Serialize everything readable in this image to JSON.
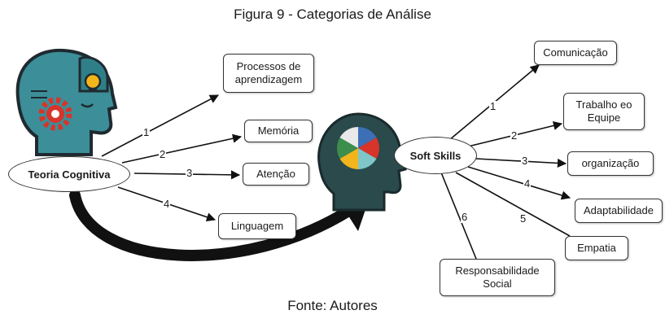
{
  "title": "Figura 9 - Categorias de Análise",
  "caption": "Fonte: Autores",
  "left_hub": {
    "label": "Teoria Cognitiva",
    "branches": [
      {
        "number": "1",
        "label": "Processos de\naprendizagem"
      },
      {
        "number": "2",
        "label": "Memória"
      },
      {
        "number": "3",
        "label": "Atenção"
      },
      {
        "number": "4",
        "label": "Linguagem"
      }
    ]
  },
  "right_hub": {
    "label": "Soft Skills",
    "branches": [
      {
        "number": "1",
        "label": "Comunicação"
      },
      {
        "number": "2",
        "label": "Trabalho eo\nEquipe"
      },
      {
        "number": "3",
        "label": "organização"
      },
      {
        "number": "4",
        "label": "Adaptabilidade"
      },
      {
        "number": "5",
        "label": "Empatia"
      },
      {
        "number": "6",
        "label": "Responsabilidade\nSocial"
      }
    ]
  },
  "icons": {
    "left": "cognitive-head-puzzle-gear-icon",
    "right": "head-pie-chart-icon"
  },
  "colors": {
    "head_teal": "#3c8e98",
    "head_dark": "#1f2a30",
    "gear_red": "#d8342a",
    "bulb_yellow": "#f2b51b",
    "pie_blue": "#3d6fb6",
    "pie_red": "#d8342a",
    "pie_yellow": "#f2b51b",
    "pie_green": "#3b8e4c",
    "pie_teal": "#7fc6c9"
  }
}
